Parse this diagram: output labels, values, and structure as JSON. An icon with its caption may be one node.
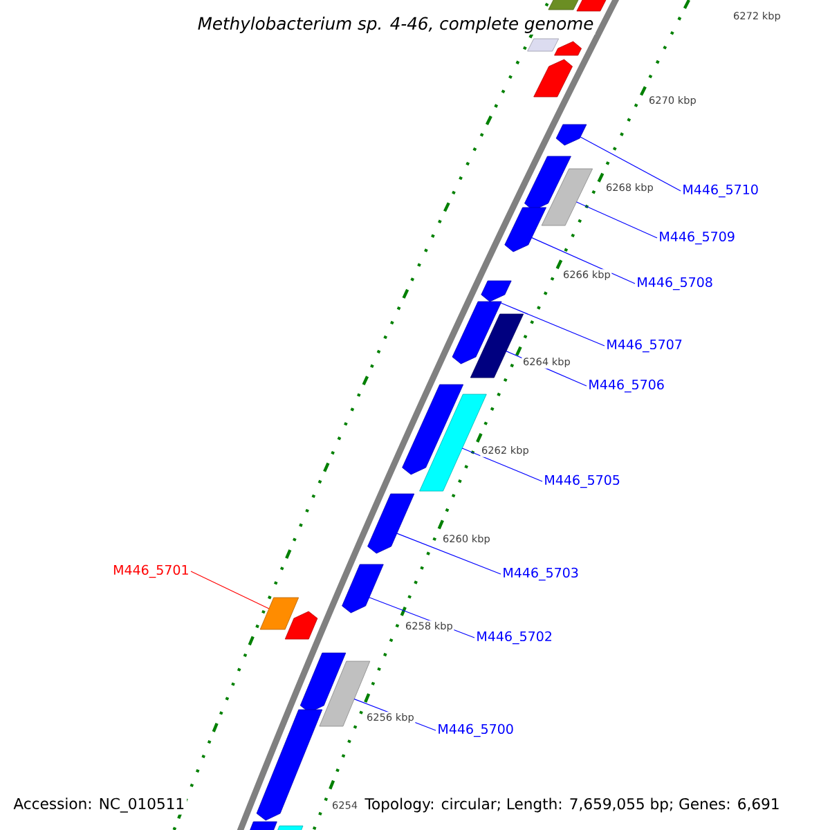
{
  "diagram": {
    "title": "Methylobacterium sp. 4-46, complete genome",
    "nodes": [
      {
        "text": [
          "M446_5710"
        ]
      },
      {
        "text": [
          "M446_5709"
        ]
      },
      {
        "text": [
          "M446_5708"
        ]
      },
      {
        "text": [
          "M446_5707"
        ]
      },
      {
        "text": [
          "M446_5706"
        ]
      },
      {
        "text": [
          "M446_5705"
        ]
      },
      {
        "text": [
          "M446_5703"
        ]
      },
      {
        "text": [
          "M446_5701"
        ]
      },
      {
        "text": [
          "M446_5702"
        ]
      },
      {
        "text": [
          "M446_5700"
        ]
      },
      {
        "text": [],
        "shape": "bar"
      },
      {
        "text": [],
        "shape": "bar"
      },
      {
        "text": [],
        "shape": "bar"
      },
      {
        "text": [],
        "shape": "bar"
      },
      {
        "text": [],
        "shape": "bar"
      },
      {
        "text": [],
        "shape": "bar"
      },
      {
        "text": [],
        "shape": "bar"
      },
      {
        "text": [],
        "shape": "bar"
      },
      {
        "text": [],
        "shape": "bar"
      },
      {
        "text": [],
        "shape": "bar"
      },
      {
        "text": [],
        "shape": "bar"
      },
      {
        "text": [],
        "shape": "bar"
      },
      {
        "text": [],
        "shape": "bar"
      },
      {
        "text": [],
        "shape": "bar"
      },
      {
        "text": [],
        "shape": "bar"
      },
      {
        "text": [],
        "shape": "bar"
      },
      {
        "text": [],
        "shape": "bar"
      },
      {
        "text": [],
        "shape": "bar"
      },
      {
        "text": [],
        "shape": "bar"
      },
      {
        "text": [],
        "shape": "bar"
      },
      {
        "text": [],
        "shape": "bar"
      },
      {
        "text": [],
        "shape": "bar"
      },
      {
        "text": [],
        "shape": "bar"
      }
    ],
    "edges": [
      {
        "from": 0,
        "to": 15,
        "arrow": "none"
      },
      {
        "from": 1,
        "to": 17,
        "arrow": "none"
      },
      {
        "from": 2,
        "to": 18,
        "arrow": "none"
      },
      {
        "from": 3,
        "to": 20,
        "arrow": "none"
      },
      {
        "from": 4,
        "to": 21,
        "arrow": "none"
      },
      {
        "from": 5,
        "to": 23,
        "arrow": "none"
      },
      {
        "from": 6,
        "to": 24,
        "arrow": "none"
      },
      {
        "from": 7,
        "to": 26,
        "arrow": "none",
        "color": "#ff0000"
      },
      {
        "from": 8,
        "to": 25,
        "arrow": "none"
      },
      {
        "from": 9,
        "to": 29,
        "arrow": "none"
      }
    ],
    "labels": [
      "6272 kbp",
      "6270 kbp",
      "6268 kbp",
      "6266 kbp",
      "6264 kbp",
      "6262 kbp",
      "6260 kbp",
      "6258 kbp",
      "6256 kbp",
      "6254",
      "Accession: NC_010511",
      "Topology: circular; Length: 7,659,055 bp; Genes: 6,691"
    ]
  }
}
